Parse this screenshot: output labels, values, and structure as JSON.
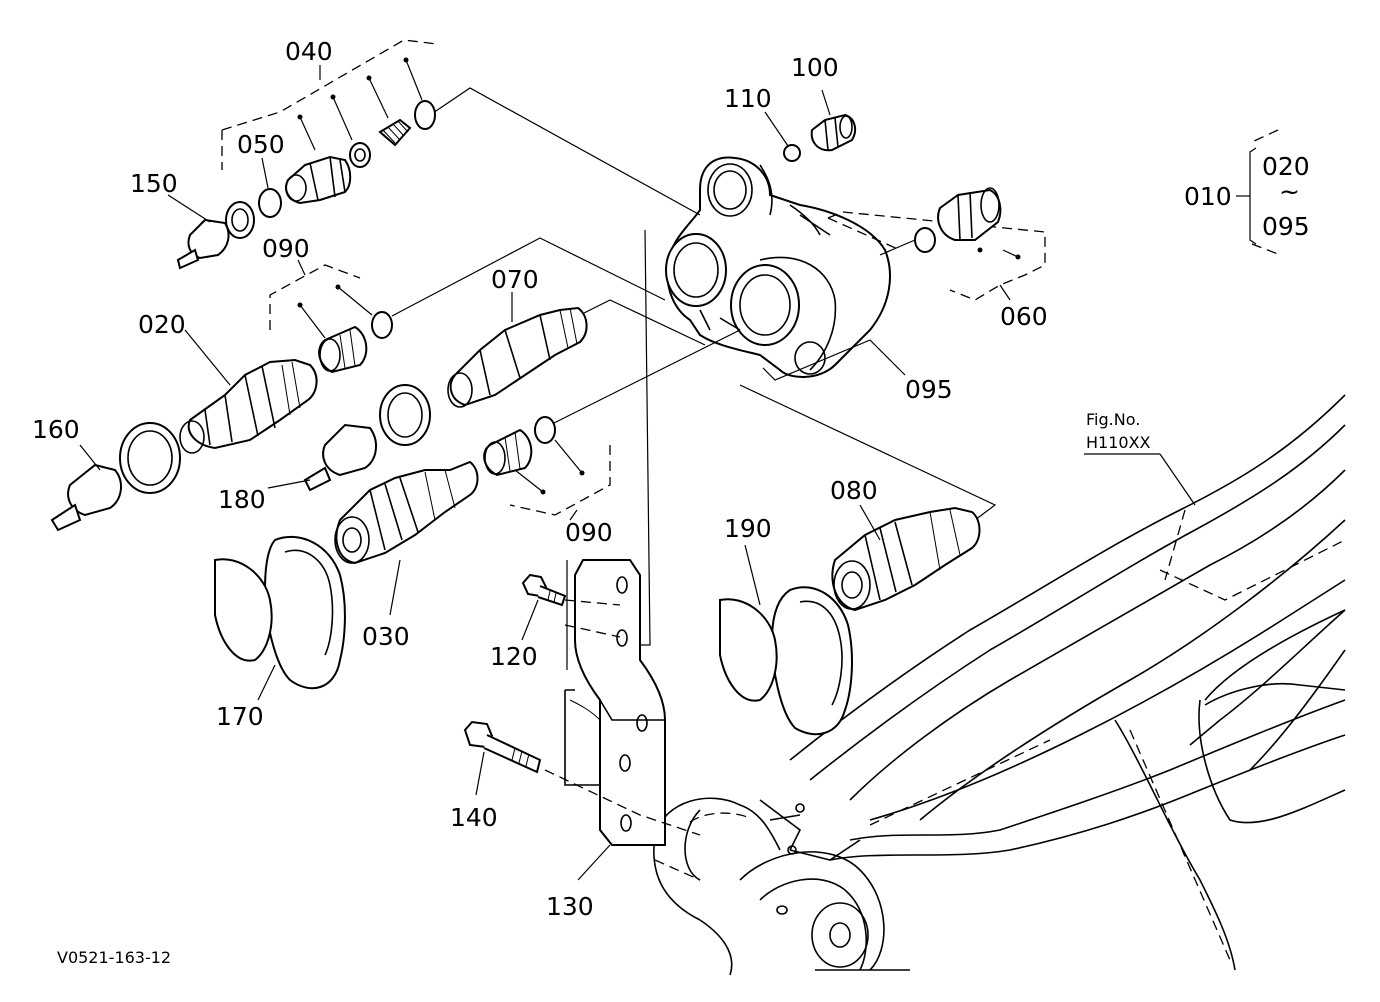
{
  "labels": {
    "p040": "040",
    "p050": "050",
    "p150": "150",
    "p090a": "090",
    "p020": "020",
    "p160": "160",
    "p070": "070",
    "p180": "180",
    "p090b": "090",
    "p030": "030",
    "p170": "170",
    "p110": "110",
    "p100": "100",
    "p060": "060",
    "p095": "095",
    "p080": "080",
    "p190": "190",
    "p120": "120",
    "p140": "140",
    "p130": "130"
  },
  "range": {
    "start": "010",
    "top": "020",
    "tilde": "~",
    "bottom": "095"
  },
  "figure_ref": {
    "title": "Fig.No.",
    "number": "H110XX"
  },
  "footer_code": "V0521-163-12"
}
